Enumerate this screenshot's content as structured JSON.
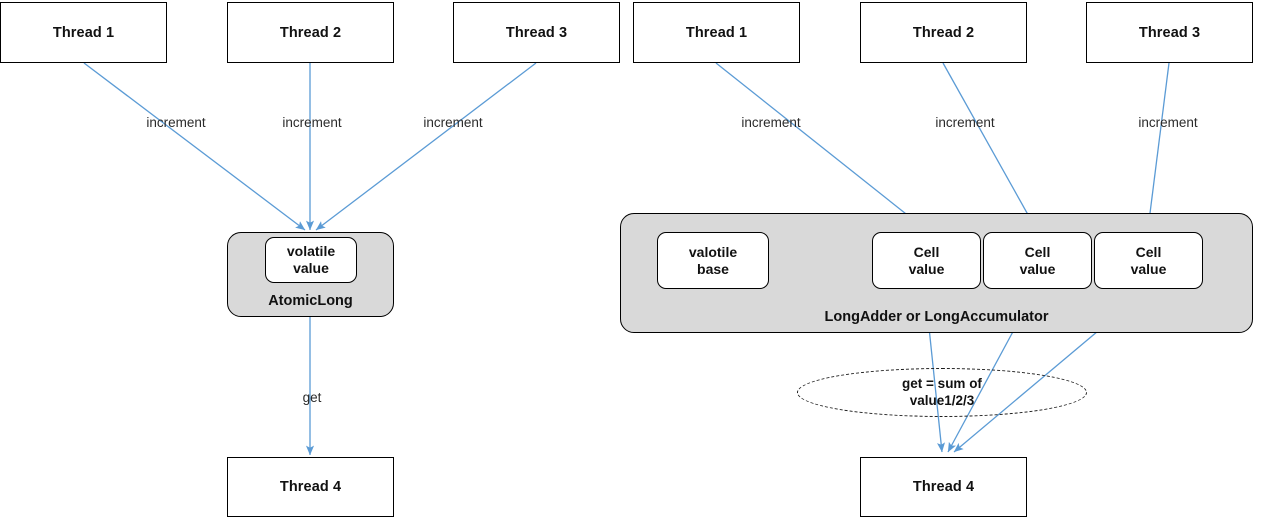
{
  "diagram": {
    "title": "AtomicLong vs LongAdder / LongAccumulator contention diagram",
    "colors": {
      "arrow": "#5b9bd5",
      "box_border": "#000000",
      "container_fill": "#d9d9d9",
      "text": "#111111",
      "background": "#ffffff"
    }
  },
  "left_panel": {
    "threads": [
      {
        "label": "Thread 1"
      },
      {
        "label": "Thread 2"
      },
      {
        "label": "Thread 3"
      }
    ],
    "edge_labels": [
      {
        "label": "increment"
      },
      {
        "label": "increment"
      },
      {
        "label": "increment"
      }
    ],
    "container": {
      "label": "AtomicLong",
      "inner": {
        "line1": "volatile",
        "line2": "value"
      }
    },
    "read_edge_label": "get",
    "reader_thread": {
      "label": "Thread 4"
    }
  },
  "right_panel": {
    "threads": [
      {
        "label": "Thread 1"
      },
      {
        "label": "Thread 2"
      },
      {
        "label": "Thread 3"
      }
    ],
    "edge_labels": [
      {
        "label": "increment"
      },
      {
        "label": "increment"
      },
      {
        "label": "increment"
      }
    ],
    "container": {
      "label": "LongAdder or LongAccumulator",
      "base": {
        "line1": "valotile",
        "line2": "base"
      },
      "cells": [
        {
          "line1": "Cell",
          "line2": "value"
        },
        {
          "line1": "Cell",
          "line2": "value"
        },
        {
          "line1": "Cell",
          "line2": "value"
        }
      ]
    },
    "note": {
      "line1": "get = sum of",
      "line2": "value1/2/3"
    },
    "reader_thread": {
      "label": "Thread 4"
    }
  }
}
